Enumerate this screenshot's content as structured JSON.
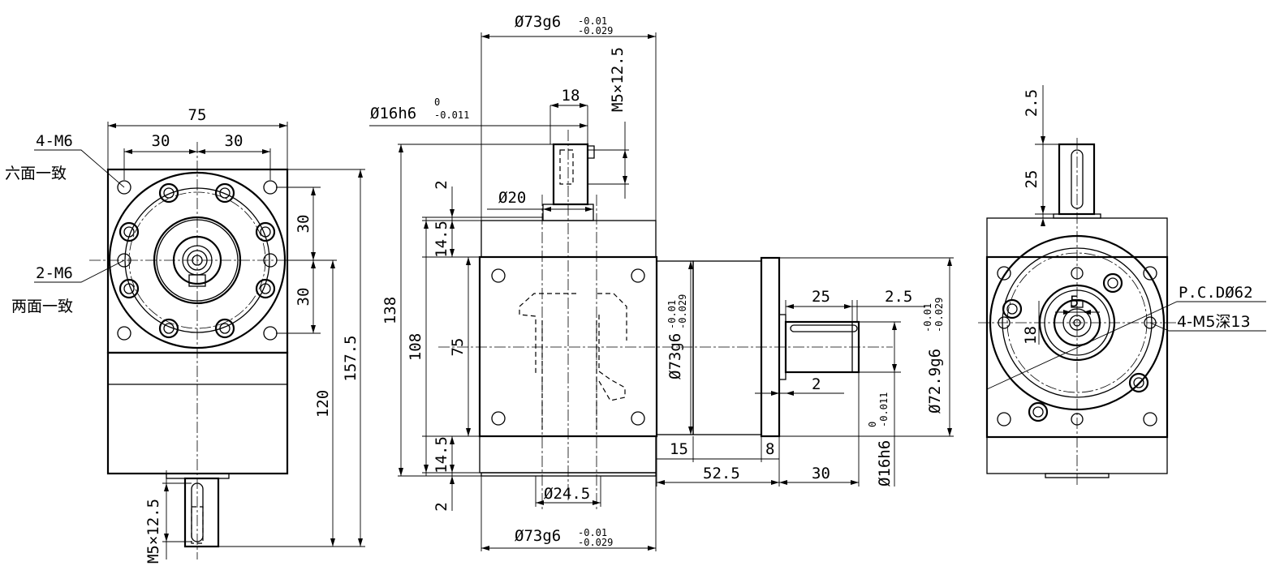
{
  "left_view": {
    "width_label": "75",
    "pitch_left": "30",
    "pitch_right": "30",
    "hole_spec_a": "4-M6",
    "hole_note_a": "六面一致",
    "hole_spec_b": "2-M6",
    "hole_note_b": "两面一致",
    "v_pitch_top": "30",
    "v_pitch_bottom": "30",
    "height_120": "120",
    "height_157": "157.5",
    "thread": "M5×12.5"
  },
  "middle_view": {
    "top_dia": "Ø73g6",
    "top_dia_tol_upper": "-0.01",
    "top_dia_tol_lower": "-0.029",
    "shaft_dia": "Ø16h6",
    "shaft_tol_upper": "0",
    "shaft_tol_lower": "-0.011",
    "key_width": "18",
    "thread": "M5×12.5",
    "boss_dia": "Ø20",
    "dim_2_top": "2",
    "dim_14_5_top": "14.5",
    "dim_138": "138",
    "dim_108": "108",
    "dim_75": "75",
    "dim_14_5_bottom": "14.5",
    "dim_2_bottom": "2",
    "bottom_boss_dia": "Ø24.5",
    "bottom_dia": "Ø73g6",
    "bottom_dia_tol_upper": "-0.01",
    "bottom_dia_tol_lower": "-0.029",
    "side_dia": "Ø73g6",
    "side_dia_tol_upper": "-0.01",
    "side_dia_tol_lower": "-0.029",
    "dim_15": "15",
    "dim_8": "8",
    "dim_52_5": "52.5",
    "dim_30": "30",
    "dim_25": "25",
    "dim_2_5": "2.5",
    "dim_2": "2",
    "right_shaft_dia": "Ø16h6",
    "right_shaft_tol_upper": "0",
    "right_shaft_tol_lower": "-0.011",
    "flange_dia": "Ø72.9g6",
    "flange_tol_upper": "-0.01",
    "flange_tol_lower": "-0.029"
  },
  "right_view": {
    "dim_2_5": "2.5",
    "dim_25": "25",
    "key_dim_5": "5",
    "key_dim_18": "18",
    "pcd": "P.C.DØ62",
    "hole_spec": "4-M5深13"
  }
}
